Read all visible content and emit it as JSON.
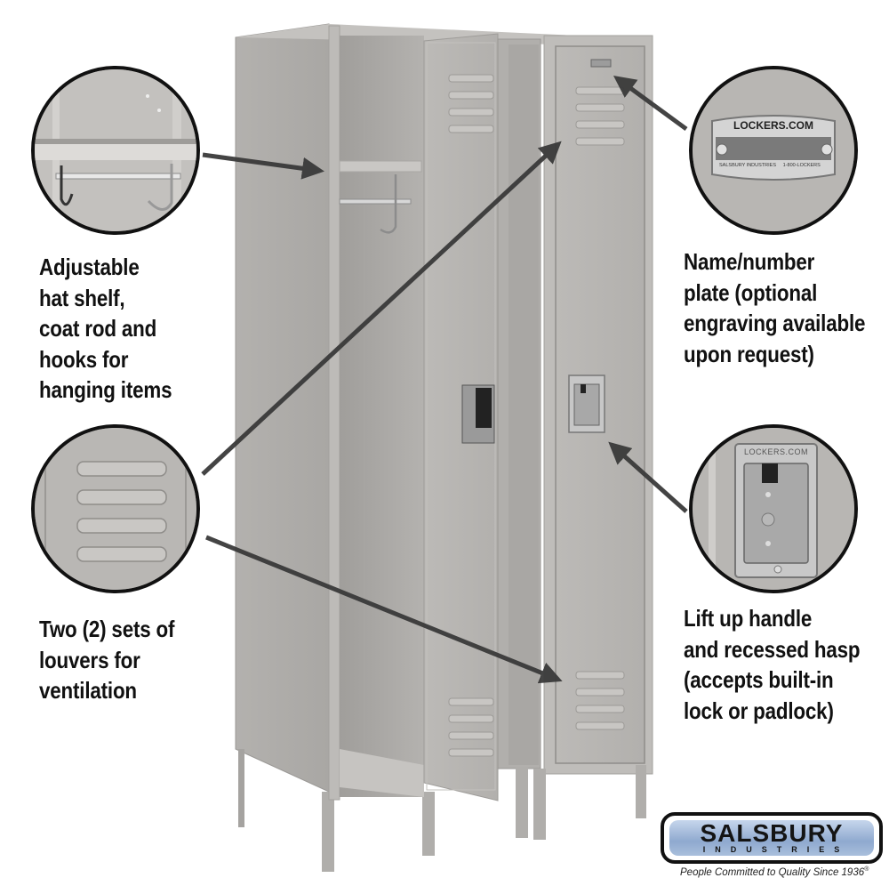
{
  "callouts": {
    "hat_shelf": {
      "lines": [
        "Adjustable",
        "hat shelf,",
        "coat rod and",
        "hooks for",
        "hanging items"
      ]
    },
    "louvers": {
      "lines": [
        "Two (2) sets of",
        "louvers for",
        "ventilation"
      ]
    },
    "name_plate": {
      "lines": [
        "Name/number",
        "plate (optional",
        "engraving available",
        "upon request)"
      ]
    },
    "handle": {
      "lines": [
        "Lift up handle",
        "and recessed hasp",
        "(accepts built-in",
        "lock or padlock)"
      ]
    }
  },
  "insets": {
    "name_plate": {
      "plate_top": "LOCKERS.COM",
      "plate_bottom_left": "SALSBURY INDUSTRIES",
      "plate_bottom_right": "1-800-LOCKERS"
    },
    "handle": {
      "handle_label": "LOCKERS.COM"
    }
  },
  "brand": {
    "name": "SALSBURY",
    "sub": "INDUSTRIES",
    "tagline": "People Committed to Quality Since 1936",
    "tagline_mark": "®",
    "colors": {
      "logo_blue": "#8fa9cf",
      "outline": "#111111",
      "locker_gray": "#b7b5b2",
      "arrow": "#3a3a3a"
    }
  }
}
